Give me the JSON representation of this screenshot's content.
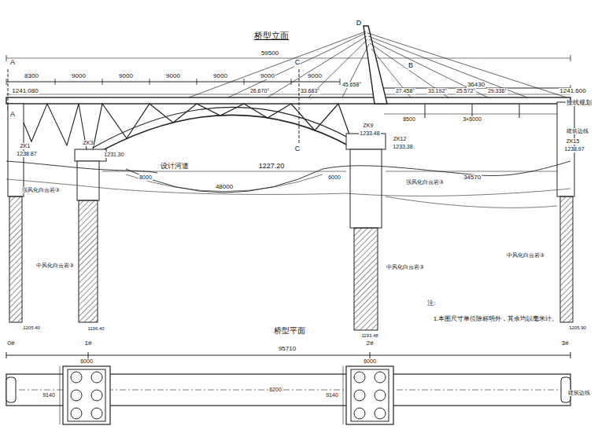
{
  "diagram": {
    "title": "桥型立面",
    "labels": [
      "8300",
      "9000",
      "9000",
      "9000",
      "9000",
      "9000",
      "9000",
      "36430",
      "59500",
      "1241.080",
      "1241.600",
      "接线规划",
      "A",
      "A",
      "C",
      "C",
      "D",
      "B",
      "26.670°",
      "33.683°",
      "45.658°",
      "27.458°",
      "33.192°",
      "25.572°",
      "29.336°",
      "ZK1",
      "1238.87",
      "ZK3",
      "1231.30",
      "ZK9",
      "1233.48",
      "ZK12",
      "1233.38",
      "ZK15",
      "1238.97",
      "设计河道",
      "1227.20",
      "48000",
      "8000",
      "6000",
      "34570",
      "3×6000",
      "8500",
      "强风化白云岩③",
      "强风化白云岩③",
      "中风化白云岩③",
      "中风化白云岩③",
      "中风化白云岩③",
      "注:",
      "1.本图尺寸单位除标明外，其余均以毫米计。",
      "桥型平面",
      "0#",
      "1#",
      "2#",
      "3#",
      "95710",
      "6000",
      "6000",
      "9140",
      "9140",
      "6200",
      "建筑边线",
      "建筑边线",
      "1205.40",
      "1196.40",
      "1193.48",
      "1205.90"
    ]
  }
}
